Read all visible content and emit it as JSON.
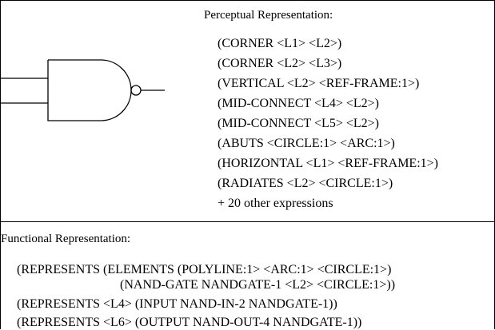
{
  "perceptual": {
    "title": "Perceptual Representation:",
    "expressions": [
      "(CORNER <L1> <L2>)",
      "(CORNER <L2> <L3>)",
      "(VERTICAL <L2> <REF-FRAME:1>)",
      "(MID-CONNECT <L4> <L2>)",
      "(MID-CONNECT <L5> <L2>)",
      "(ABUTS <CIRCLE:1> <ARC:1>)",
      "(HORIZONTAL <L1> <REF-FRAME:1>)",
      "(RADIATES <L2> <CIRCLE:1>)",
      "+ 20 other expressions"
    ]
  },
  "functional": {
    "title": "Functional Representation:",
    "lines": [
      "(REPRESENTS (ELEMENTS (POLYLINE:1> <ARC:1> <CIRCLE:1>)",
      "(NAND-GATE NANDGATE-1 <L2> <CIRCLE:1>))",
      "(REPRESENTS <L4> (INPUT NAND-IN-2 NANDGATE-1))",
      "(REPRESENTS <L6> (OUTPUT NAND-OUT-4 NANDGATE-1))"
    ]
  },
  "gate": {
    "type": "nand-gate-symbol",
    "color": "#000000"
  }
}
